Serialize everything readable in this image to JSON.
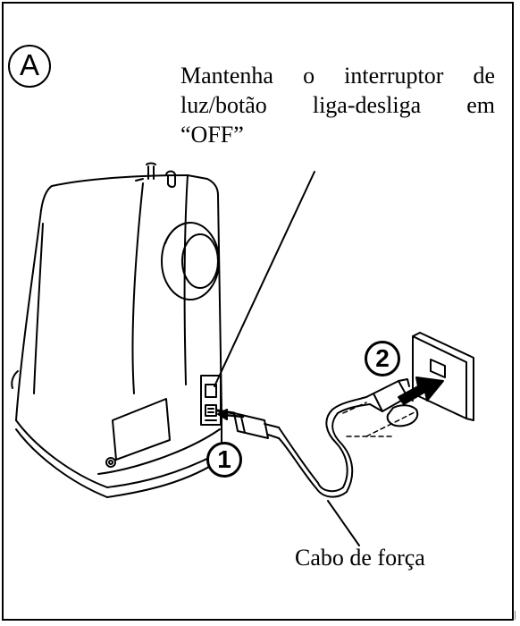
{
  "panel": {
    "letter": "A"
  },
  "instruction": {
    "line1": "Mantenha o interruptor de",
    "line2": "luz/botão liga-desliga em",
    "line3": "“OFF”"
  },
  "steps": [
    {
      "number": "1"
    },
    {
      "number": "2"
    }
  ],
  "caption": {
    "power_cord": "Cabo de força"
  },
  "icons": {
    "sewing_machine": "sewing-machine-illustration",
    "wall_outlet": "wall-outlet-illustration",
    "plug": "plug-illustration"
  }
}
